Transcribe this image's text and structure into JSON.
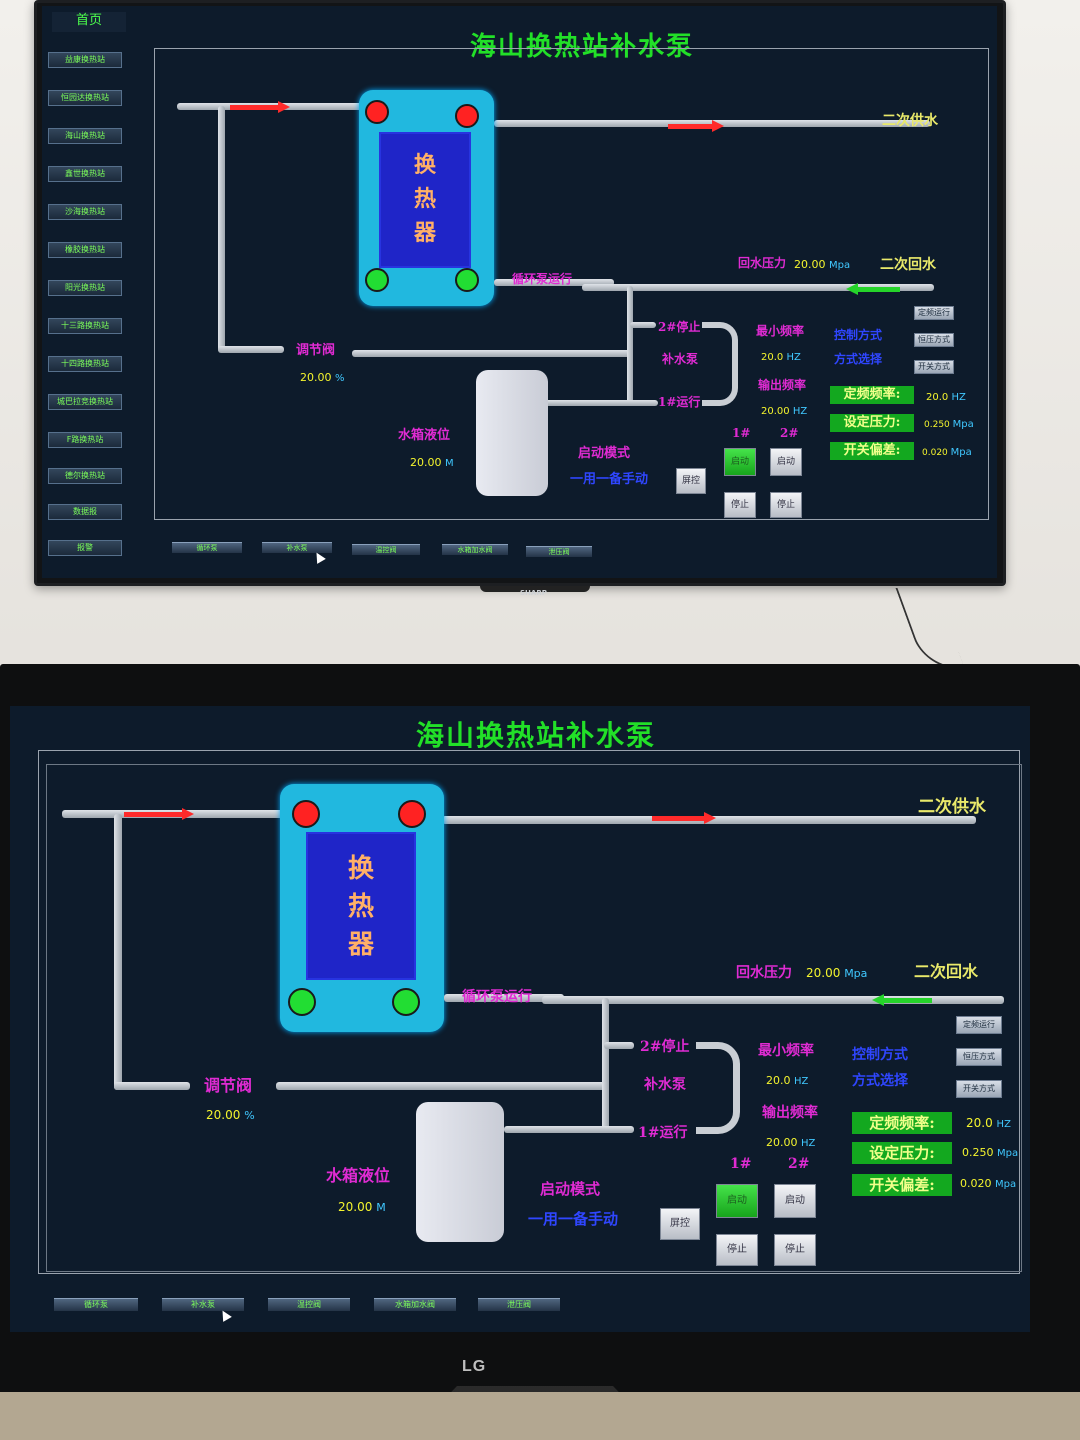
{
  "app": {
    "title": "海山换热站补水泵",
    "home_label": "首页"
  },
  "nav_items": [
    "益康换热站",
    "恒园达换热站",
    "海山换热站",
    "鑫世换热站",
    "沙海换热站",
    "橡胶换热站",
    "阳光换热站",
    "十三路换热站",
    "十四路换热站",
    "城巴拉竞换热站",
    "F路换热站",
    "德尔换热站",
    "数据报",
    "报警"
  ],
  "diagram": {
    "heat_exchanger_label": "换热器",
    "secondary_supply_label": "二次供水",
    "secondary_return_label": "二次回水",
    "return_pressure_label": "回水压力",
    "return_pressure_value": "20.00",
    "return_pressure_unit": "Mpa",
    "circ_pump_label": "循环泵运行",
    "regulating_valve_label": "调节阀",
    "regulating_valve_value": "20.00",
    "regulating_valve_unit": "%",
    "tank_level_label": "水箱液位",
    "tank_level_value": "20.00",
    "tank_level_unit": "M",
    "pump2_status": "2#停止",
    "makeup_pump_label": "补水泵",
    "pump1_status": "1#运行",
    "min_freq_label": "最小频率",
    "min_freq_value": "20.0",
    "min_freq_unit": "HZ",
    "out_freq_label": "输出频率",
    "out_freq_value": "20.00",
    "out_freq_unit": "HZ",
    "start_mode_label": "启动模式",
    "start_mode_value": "一用一备手动",
    "control_mode_label": "控制方式",
    "mode_select_label": "方式选择",
    "fixed_freq_label": "定频频率:",
    "fixed_freq_value": "20.0",
    "fixed_freq_unit": "HZ",
    "set_pressure_label": "设定压力:",
    "set_pressure_value": "0.250",
    "set_pressure_unit": "Mpa",
    "switch_diff_label": "开关偏差:",
    "switch_diff_value": "0.020",
    "switch_diff_unit": "Mpa"
  },
  "buttons": {
    "shield": "屏控",
    "pump1_header": "1#",
    "pump2_header": "2#",
    "start1": "启动",
    "start2": "启动",
    "stop1": "停止",
    "stop2": "停止",
    "mode_fixed": "定频运行",
    "mode_const_pressure": "恒压方式",
    "mode_switch": "开关方式"
  },
  "bottom_tabs": [
    "循环泵",
    "补水泵",
    "温控阀",
    "水箱加水阀",
    "泄压阀"
  ],
  "hardware": {
    "tv_brand": "SHARP",
    "monitor_brand": "LG"
  },
  "colors": {
    "screen_bg": "#0d1b2b",
    "title_green": "#22e028",
    "label_magenta": "#e02bd3",
    "value_yellow": "#f4f42e",
    "supply_arrow": "#ff2a2a",
    "return_arrow": "#25d42a",
    "heat_exchanger": "#21b8df"
  }
}
